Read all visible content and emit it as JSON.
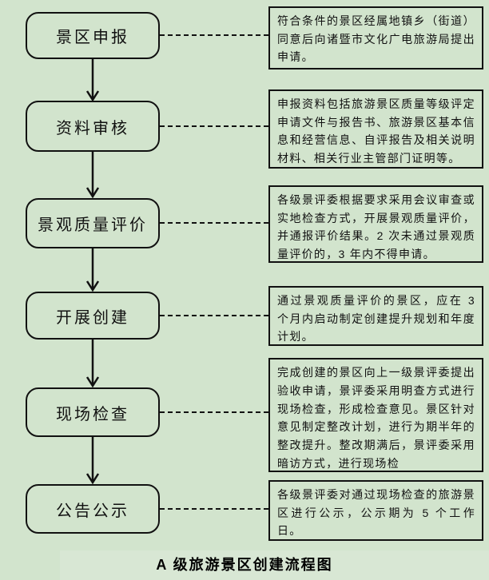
{
  "page": {
    "background_color": "#d2e4cd",
    "line_color": "#111111",
    "title": "A 级旅游景区创建流程图"
  },
  "flow": {
    "steps": [
      {
        "label": "景区申报",
        "note": "符合条件的景区经属地镇乡（街道）同意后向诸暨市文化广电旅游局提出申请。"
      },
      {
        "label": "资料审核",
        "note": "申报资料包括旅游景区质量等级评定申请文件与报告书、旅游景区基本信息和经营信息、自评报告及相关说明材料、相关行业主管部门证明等。"
      },
      {
        "label": "景观质量评价",
        "note": "各级景评委根据要求采用会议审查或实地检查方式，开展景观质量评价，并通报评价结果。2 次未通过景观质量评价的，3 年内不得申请。"
      },
      {
        "label": "开展创建",
        "note": "通过景观质量评价的景区，应在 3 个月内启动制定创建提升规划和年度计划。"
      },
      {
        "label": "现场检查",
        "note": "完成创建的景区向上一级景评委提出验收申请，景评委采用明查方式进行现场检查，形成检查意见。景区针对意见制定整改计划，进行为期半年的整改提升。整改期满后，景评委采用暗访方式，进行现场检"
      },
      {
        "label": "公告公示",
        "note": "各级景评委对通过现场检查的旅游景区进行公示，公示期为 5 个工作日。"
      }
    ]
  }
}
